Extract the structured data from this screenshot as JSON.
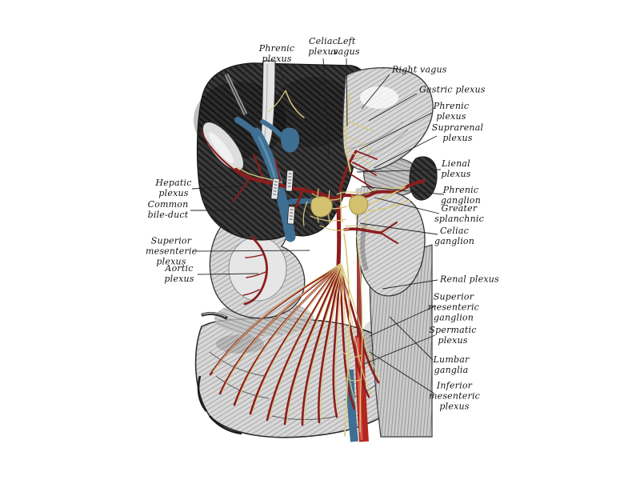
{
  "figure": {
    "background_color": "#ffffff",
    "ink_color": "#1a1a1a",
    "artery_color": "#8c1d1d",
    "aorta_color": "#b3271f",
    "vein_color": "#3e6f93",
    "nerve_color": "#d9c97e",
    "ganglion_color": "#d3c170",
    "labels": [
      {
        "name": "phrenic-plexus-top",
        "text": "Phrenic\nplexus"
      },
      {
        "name": "celiac-plexus",
        "text": "Celiac\nplexus"
      },
      {
        "name": "left-vagus",
        "text": "Left\nvagus"
      },
      {
        "name": "right-vagus",
        "text": "Right vagus"
      },
      {
        "name": "gastric-plexus",
        "text": "Gastric plexus"
      },
      {
        "name": "phrenic-plexus-right",
        "text": "Phrenic\nplexus"
      },
      {
        "name": "suprarenal-plexus",
        "text": "Suprarenal\nplexus"
      },
      {
        "name": "lienal-plexus",
        "text": "Lienal\nplexus"
      },
      {
        "name": "phrenic-ganglion",
        "text": "Phrenic\nganglion"
      },
      {
        "name": "greater-splanchnic",
        "text": "Greater\nsplanchnic"
      },
      {
        "name": "celiac-ganglion",
        "text": "Celiac\nganglion"
      },
      {
        "name": "renal-plexus",
        "text": "Renal plexus"
      },
      {
        "name": "superior-mesenteric-ganglion",
        "text": "Superior\nmesenteric\nganglion"
      },
      {
        "name": "spermatic-plexus",
        "text": "Spermatic\nplexus"
      },
      {
        "name": "lumbar-ganglia",
        "text": "Lumbar\nganglia"
      },
      {
        "name": "inferior-mesenteric-plexus",
        "text": "Inferior\nmesenteric\nplexus"
      },
      {
        "name": "hepatic-plexus",
        "text": "Hepatic\nplexus"
      },
      {
        "name": "common-bile-duct",
        "text": "Common\nbile-duct"
      },
      {
        "name": "superior-mesenteric-plexus",
        "text": "Superior\nmesenteric\nplexus"
      },
      {
        "name": "aortic-plexus",
        "text": "Aortic\nplexus"
      }
    ]
  }
}
